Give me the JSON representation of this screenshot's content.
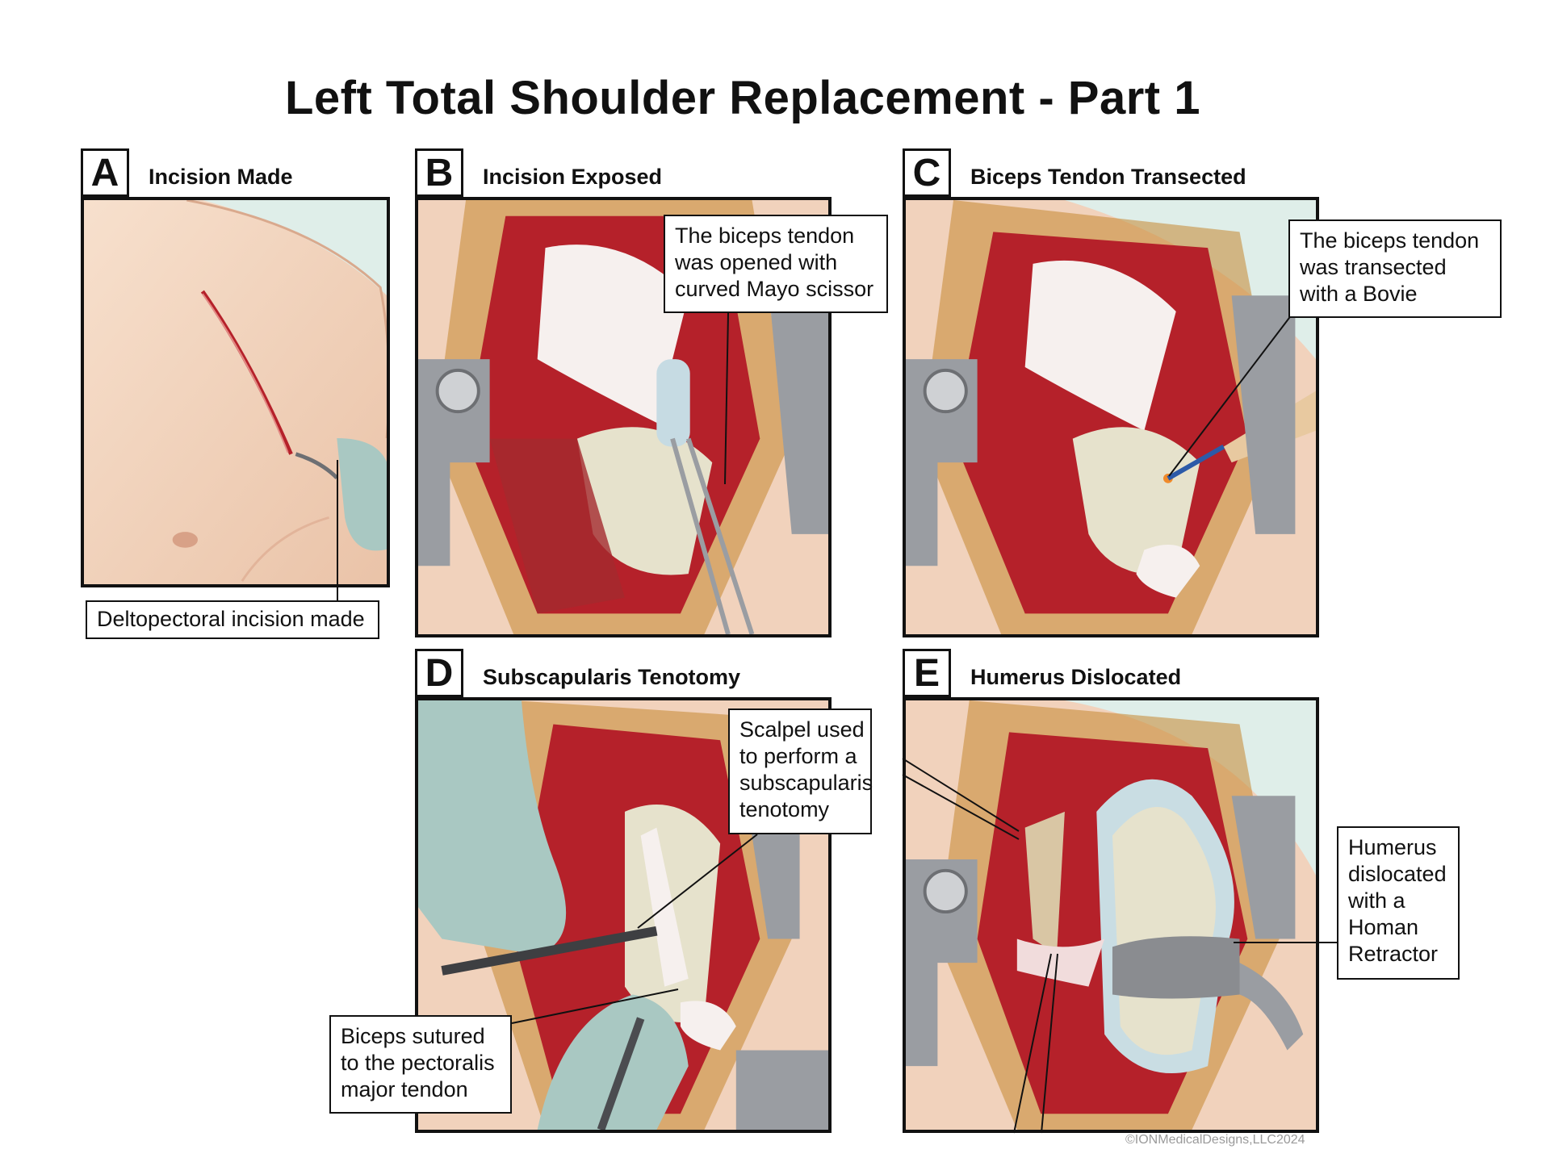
{
  "title": "Left Total Shoulder Replacement - Part 1",
  "panels": [
    {
      "letter": "A",
      "title": "Incision Made"
    },
    {
      "letter": "B",
      "title": "Incision Exposed"
    },
    {
      "letter": "C",
      "title": "Biceps Tendon Transected"
    },
    {
      "letter": "D",
      "title": "Subscapularis Tenotomy"
    },
    {
      "letter": "E",
      "title": "Humerus Dislocated"
    }
  ],
  "callouts": {
    "a": [
      "Deltopectoral incision made"
    ],
    "b": [
      "The biceps tendon",
      "was opened with",
      "curved Mayo scissor"
    ],
    "c": [
      "The biceps tendon",
      "was transected",
      "with a Bovie"
    ],
    "d1": [
      "Scalpel used",
      "to perform a",
      "subscapularis",
      "tenotomy"
    ],
    "d2": [
      "Biceps sutured",
      "to the pectoralis",
      "major tendon"
    ],
    "e": [
      "Humerus",
      "dislocated",
      "with a",
      "Homan",
      "Retractor"
    ]
  },
  "copyright": "©IONMedicalDesigns,LLC2024",
  "colors": {
    "tissue": "#b5212a",
    "skin": "#f3d8c4",
    "bone": "#e6e2cc",
    "glove": "#a9c8c2",
    "steel": "#9a9da2"
  }
}
